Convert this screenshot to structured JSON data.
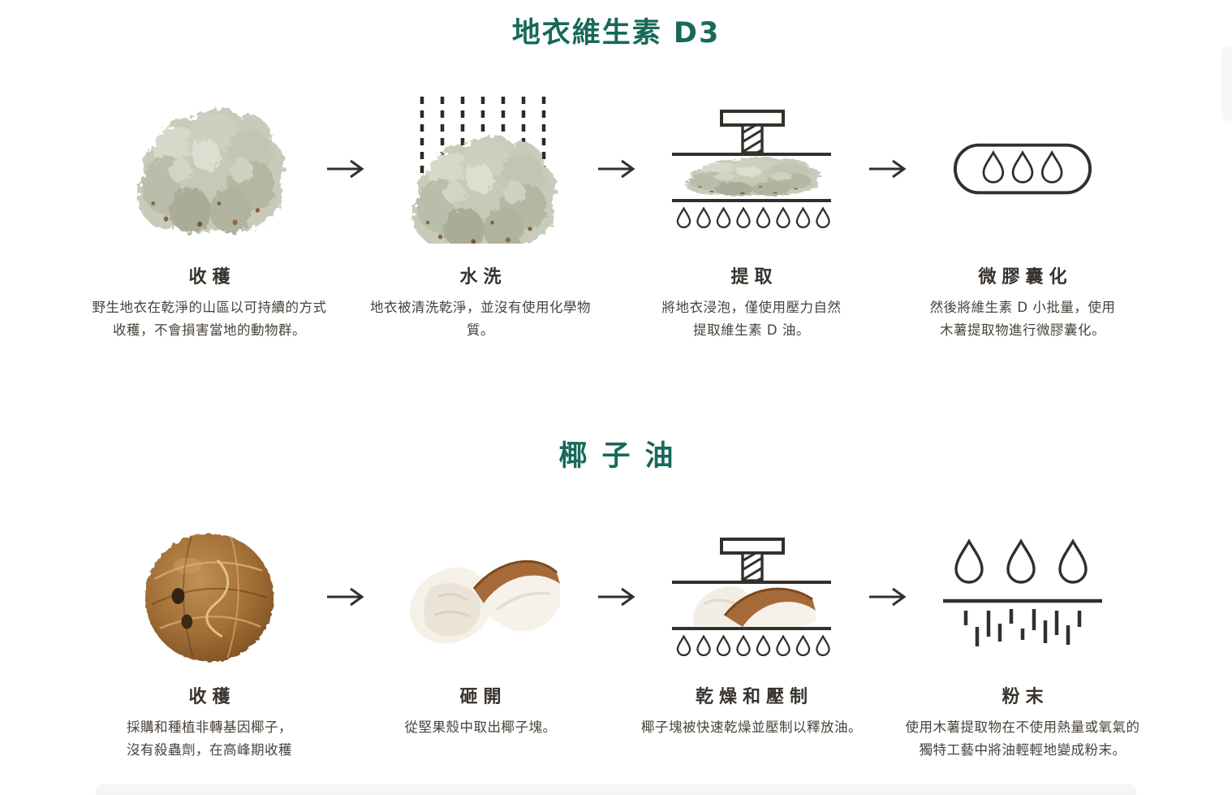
{
  "page": {
    "background": "#ffffff",
    "accent_color": "#17695a",
    "ink_color": "#33302b",
    "heading_color": "#38322d",
    "body_color": "#49423b"
  },
  "sections": [
    {
      "id": "lichen-vitamin-d3",
      "title": "地衣維生素 D3",
      "steps": [
        {
          "icon": "lichen-photo",
          "label": "收穫",
          "desc": "野生地衣在乾淨的山區以可持續的方式\n收穫，不會損害當地的動物群。"
        },
        {
          "icon": "lichen-rain-wash-icon",
          "label": "水洗",
          "desc": "地衣被清洗乾淨，並沒有使用化學物質。"
        },
        {
          "icon": "screw-press-lichen-icon",
          "label": "提取",
          "desc": "將地衣浸泡，僅使用壓力自然\n提取維生素 D 油。"
        },
        {
          "icon": "capsule-droplets-icon",
          "label": "微膠囊化",
          "desc": "然後將維生素 D 小批量，使用\n木薯提取物進行微膠囊化。"
        }
      ]
    },
    {
      "id": "coconut-oil",
      "title": "椰子油",
      "steps": [
        {
          "icon": "coconut-photo",
          "label": "收穫",
          "desc": "採購和種植非轉基因椰子，\n沒有殺蟲劑，在高峰期收穫"
        },
        {
          "icon": "coconut-chunks-photo",
          "label": "砸開",
          "desc": "從堅果殼中取出椰子塊。"
        },
        {
          "icon": "screw-press-coconut-icon",
          "label": "乾燥和壓制",
          "desc": "椰子塊被快速乾燥並壓制以釋放油。"
        },
        {
          "icon": "oil-to-powder-icon",
          "label": "粉末",
          "desc": "使用木薯提取物在不使用熱量或氧氣的\n獨特工藝中將油輕輕地變成粉末。"
        }
      ]
    }
  ]
}
